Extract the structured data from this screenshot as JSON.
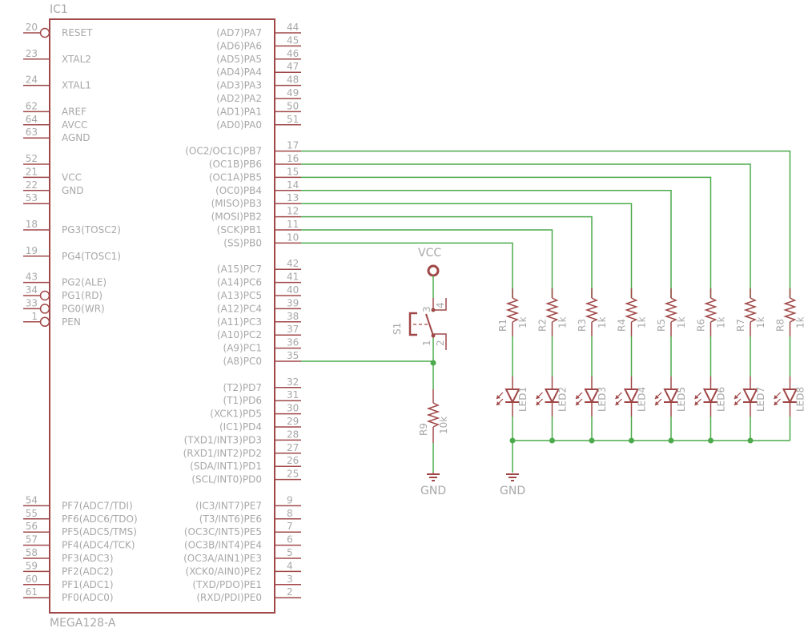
{
  "colors": {
    "symbol": "#a04848",
    "wire": "#4caa4c",
    "text": "#a8a8a8",
    "background": "#ffffff"
  },
  "ic": {
    "name": "IC1",
    "value": "MEGA128-A",
    "left_pins": [
      {
        "num": "20",
        "label": "RESET",
        "inverted": true,
        "row": 0
      },
      {
        "num": "23",
        "label": "XTAL2",
        "inverted": false,
        "row": 2
      },
      {
        "num": "24",
        "label": "XTAL1",
        "inverted": false,
        "row": 4
      },
      {
        "num": "62",
        "label": "AREF",
        "inverted": false,
        "row": 6
      },
      {
        "num": "64",
        "label": "AVCC",
        "inverted": false,
        "row": 7
      },
      {
        "num": "63",
        "label": "AGND",
        "inverted": false,
        "row": 8
      },
      {
        "num": "52",
        "label": "",
        "inverted": false,
        "row": 10
      },
      {
        "num": "21",
        "label": "VCC",
        "inverted": false,
        "row": 11
      },
      {
        "num": "22",
        "label": "GND",
        "inverted": false,
        "row": 12
      },
      {
        "num": "53",
        "label": "",
        "inverted": false,
        "row": 13
      },
      {
        "num": "18",
        "label": "PG3(TOSC2)",
        "inverted": false,
        "row": 15
      },
      {
        "num": "19",
        "label": "PG4(TOSC1)",
        "inverted": false,
        "row": 17
      },
      {
        "num": "43",
        "label": "PG2(ALE)",
        "inverted": false,
        "row": 19
      },
      {
        "num": "34",
        "label": "PG1(RD)",
        "inverted": true,
        "row": 20
      },
      {
        "num": "33",
        "label": "PG0(WR)",
        "inverted": true,
        "row": 21
      },
      {
        "num": "1",
        "label": "PEN",
        "inverted": true,
        "row": 22
      },
      {
        "num": "54",
        "label": "PF7(ADC7/TDI)",
        "inverted": false,
        "row": 36
      },
      {
        "num": "55",
        "label": "PF6(ADC6/TDO)",
        "inverted": false,
        "row": 37
      },
      {
        "num": "56",
        "label": "PF5(ADC5/TMS)",
        "inverted": false,
        "row": 38
      },
      {
        "num": "57",
        "label": "PF4(ADC4/TCK)",
        "inverted": false,
        "row": 39
      },
      {
        "num": "58",
        "label": "PF3(ADC3)",
        "inverted": false,
        "row": 40
      },
      {
        "num": "59",
        "label": "PF2(ADC2)",
        "inverted": false,
        "row": 41
      },
      {
        "num": "60",
        "label": "PF1(ADC1)",
        "inverted": false,
        "row": 42
      },
      {
        "num": "61",
        "label": "PF0(ADC0)",
        "inverted": false,
        "row": 43
      }
    ],
    "right_pins": [
      {
        "num": "44",
        "label": "(AD7)PA7",
        "row": 0
      },
      {
        "num": "45",
        "label": "(AD6)PA6",
        "row": 1
      },
      {
        "num": "46",
        "label": "(AD5)PA5",
        "row": 2
      },
      {
        "num": "47",
        "label": "(AD4)PA4",
        "row": 3
      },
      {
        "num": "48",
        "label": "(AD3)PA3",
        "row": 4
      },
      {
        "num": "49",
        "label": "(AD2)PA2",
        "row": 5
      },
      {
        "num": "50",
        "label": "(AD1)PA1",
        "row": 6
      },
      {
        "num": "51",
        "label": "(AD0)PA0",
        "row": 7
      },
      {
        "num": "17",
        "label": "(OC2/OC1C)PB7",
        "row": 9
      },
      {
        "num": "16",
        "label": "(OC1B)PB6",
        "row": 10
      },
      {
        "num": "15",
        "label": "(OC1A)PB5",
        "row": 11
      },
      {
        "num": "14",
        "label": "(OC0)PB4",
        "row": 12
      },
      {
        "num": "13",
        "label": "(MISO)PB3",
        "row": 13
      },
      {
        "num": "12",
        "label": "(MOSI)PB2",
        "row": 14
      },
      {
        "num": "11",
        "label": "(SCK)PB1",
        "row": 15
      },
      {
        "num": "10",
        "label": "(SS)PB0",
        "row": 16
      },
      {
        "num": "42",
        "label": "(A15)PC7",
        "row": 18
      },
      {
        "num": "41",
        "label": "(A14)PC6",
        "row": 19
      },
      {
        "num": "40",
        "label": "(A13)PC5",
        "row": 20
      },
      {
        "num": "39",
        "label": "(A12)PC4",
        "row": 21
      },
      {
        "num": "38",
        "label": "(A11)PC3",
        "row": 22
      },
      {
        "num": "37",
        "label": "(A10)PC2",
        "row": 23
      },
      {
        "num": "36",
        "label": "(A9)PC1",
        "row": 24
      },
      {
        "num": "35",
        "label": "(A8)PC0",
        "row": 25
      },
      {
        "num": "32",
        "label": "(T2)PD7",
        "row": 27
      },
      {
        "num": "31",
        "label": "(T1)PD6",
        "row": 28
      },
      {
        "num": "30",
        "label": "(XCK1)PD5",
        "row": 29
      },
      {
        "num": "29",
        "label": "(IC1)PD4",
        "row": 30
      },
      {
        "num": "28",
        "label": "(TXD1/INT3)PD3",
        "row": 31
      },
      {
        "num": "27",
        "label": "(RXD1/INT2)PD2",
        "row": 32
      },
      {
        "num": "26",
        "label": "(SDA/INT1)PD1",
        "row": 33
      },
      {
        "num": "25",
        "label": "(SCL/INT0)PD0",
        "row": 34
      },
      {
        "num": "9",
        "label": "(IC3/INT7)PE7",
        "row": 36
      },
      {
        "num": "8",
        "label": "(T3/INT6)PE6",
        "row": 37
      },
      {
        "num": "7",
        "label": "(OC3C/INT5)PE5",
        "row": 38
      },
      {
        "num": "6",
        "label": "(OC3B/INT4)PE4",
        "row": 39
      },
      {
        "num": "5",
        "label": "(OC3A/AIN1)PE3",
        "row": 40
      },
      {
        "num": "4",
        "label": "(XCK0/AIN0)PE2",
        "row": 41
      },
      {
        "num": "3",
        "label": "(TXD/PDO)PE1",
        "row": 42
      },
      {
        "num": "2",
        "label": "(RXD/PDI)PE0",
        "row": 43
      }
    ]
  },
  "switch": {
    "name": "S1",
    "pins": [
      "1",
      "2",
      "3",
      "4"
    ],
    "supply": "VCC",
    "connected_pin": "PC0"
  },
  "pulldown": {
    "name": "R9",
    "value": "10k",
    "ground": "GND"
  },
  "led_channels": [
    {
      "resistor": "R1",
      "value": "1k",
      "led": "LED1",
      "port_pin": "PB0"
    },
    {
      "resistor": "R2",
      "value": "1k",
      "led": "LED2",
      "port_pin": "PB1"
    },
    {
      "resistor": "R3",
      "value": "1k",
      "led": "LED3",
      "port_pin": "PB2"
    },
    {
      "resistor": "R4",
      "value": "1k",
      "led": "LED4",
      "port_pin": "PB3"
    },
    {
      "resistor": "R5",
      "value": "1k",
      "led": "LED5",
      "port_pin": "PB4"
    },
    {
      "resistor": "R6",
      "value": "1k",
      "led": "LED6",
      "port_pin": "PB5"
    },
    {
      "resistor": "R7",
      "value": "1k",
      "led": "LED7",
      "port_pin": "PB6"
    },
    {
      "resistor": "R8",
      "value": "1k",
      "led": "LED8",
      "port_pin": "PB7"
    }
  ],
  "led_ground": "GND"
}
